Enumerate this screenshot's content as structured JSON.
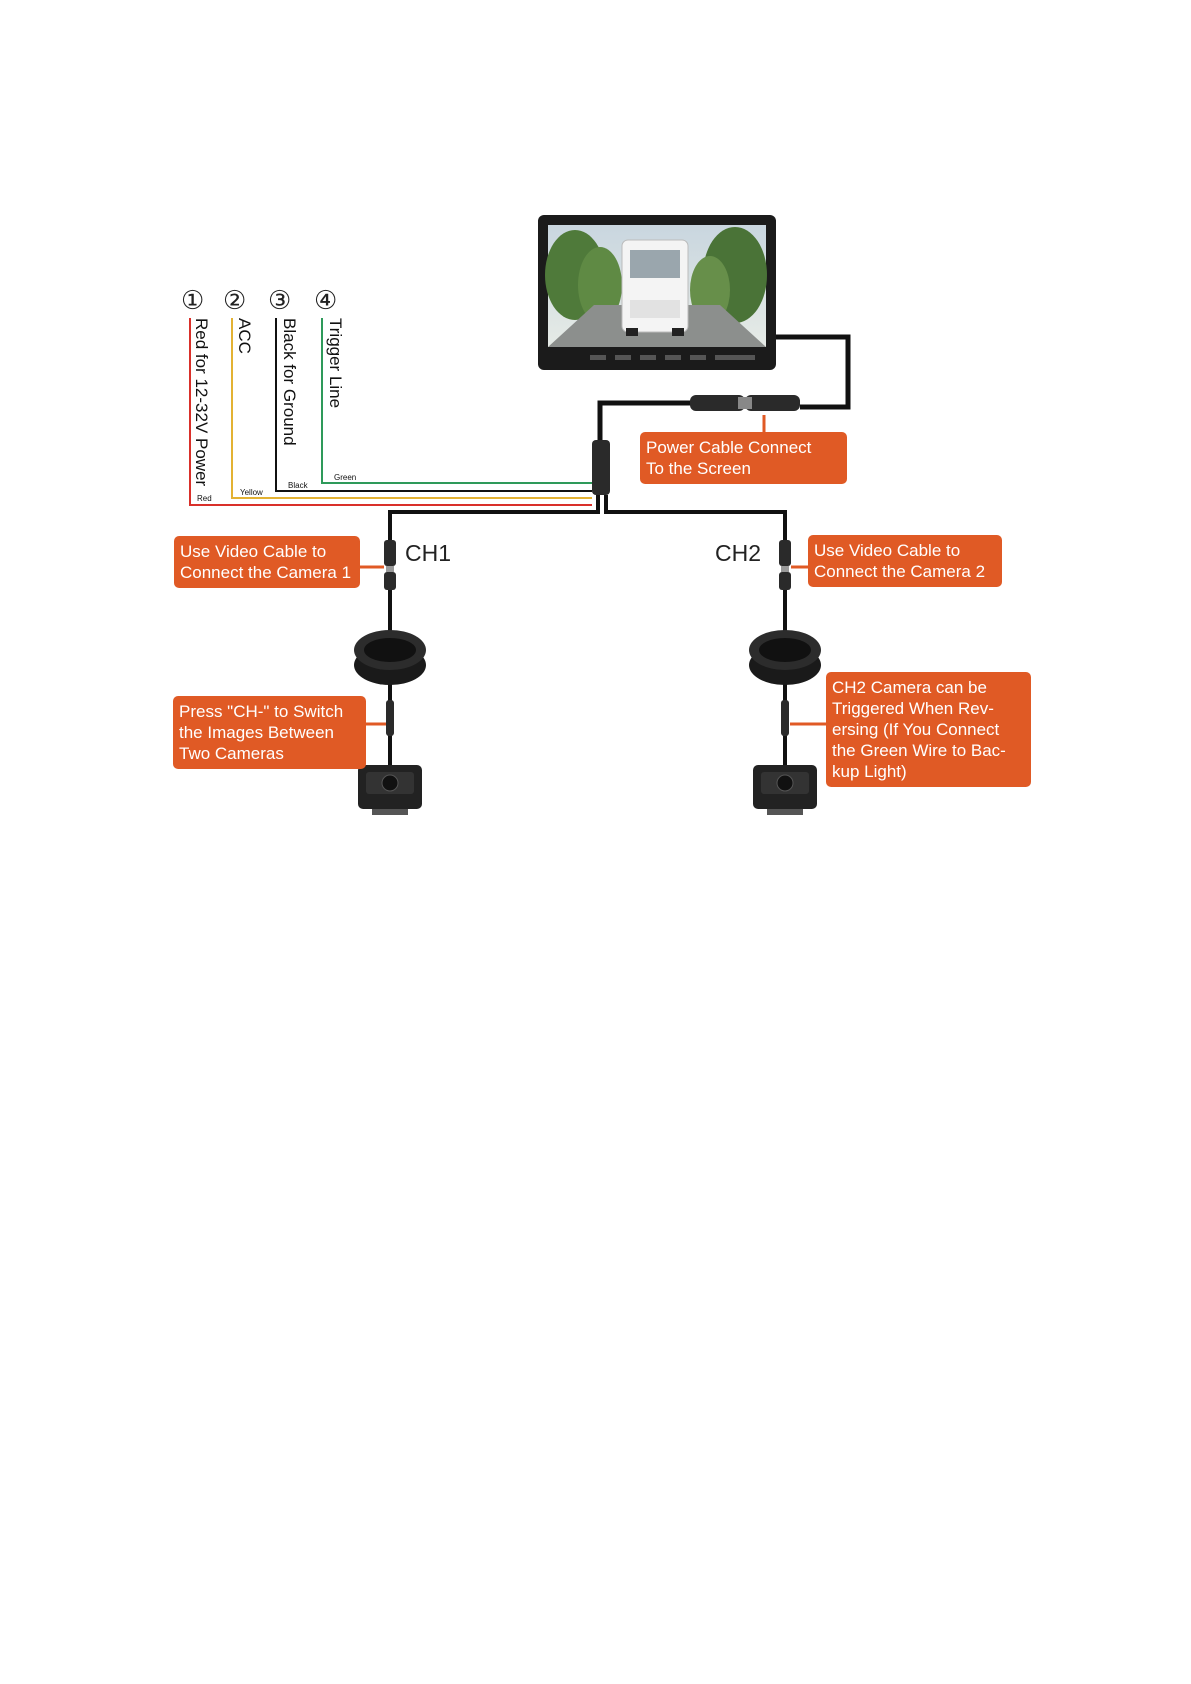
{
  "wires": [
    {
      "number": "①",
      "label": "Red for 12-32V Power",
      "tag": "Red",
      "color": "#d9302a"
    },
    {
      "number": "②",
      "label": "ACC",
      "tag": "Yellow",
      "color": "#e3b233"
    },
    {
      "number": "③",
      "label": "Black for Ground",
      "tag": "Black",
      "color": "#111111"
    },
    {
      "number": "④",
      "label": "Trigger Line",
      "tag": "Green",
      "color": "#2e9a5a"
    }
  ],
  "channels": {
    "ch1": "CH1",
    "ch2": "CH2"
  },
  "callouts": {
    "power": [
      "Power Cable Connect",
      "To the Screen"
    ],
    "cam1": [
      "Use Video Cable to",
      "Connect the Camera 1"
    ],
    "cam2": [
      "Use Video Cable to",
      "Connect the Camera 2"
    ],
    "switch": [
      "Press \"CH-\" to Switch",
      "the Images Between",
      "Two Cameras"
    ],
    "trigger": [
      "CH2 Camera can be",
      "Triggered When Rev-",
      "ersing (If You Connect",
      "the Green Wire to Bac-",
      "kup Light)"
    ]
  },
  "colors": {
    "accent": "#e05a25",
    "cable": "#111111"
  }
}
